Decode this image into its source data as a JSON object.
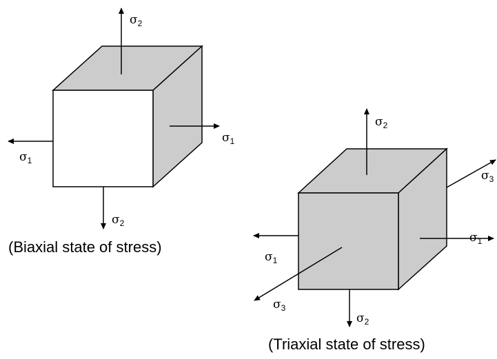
{
  "colors": {
    "face_shaded": "#cccccc",
    "face_white": "#ffffff",
    "stroke": "#000000"
  },
  "biaxial": {
    "caption": "(Biaxial state of stress)",
    "labels": {
      "sigma2_top": {
        "symbol": "σ",
        "sub": "2"
      },
      "sigma1_right": {
        "symbol": "σ",
        "sub": "1"
      },
      "sigma1_left": {
        "symbol": "σ",
        "sub": "1"
      },
      "sigma2_bottom": {
        "symbol": "σ",
        "sub": "2"
      }
    }
  },
  "triaxial": {
    "caption": "(Triaxial state of stress)",
    "labels": {
      "sigma2_top": {
        "symbol": "σ",
        "sub": "2"
      },
      "sigma3_upper_right": {
        "symbol": "σ",
        "sub": "3"
      },
      "sigma1_right": {
        "symbol": "σ",
        "sub": "1"
      },
      "sigma1_left": {
        "symbol": "σ",
        "sub": "1"
      },
      "sigma3_lower_left": {
        "symbol": "σ",
        "sub": "3"
      },
      "sigma2_bottom": {
        "symbol": "σ",
        "sub": "2"
      }
    }
  }
}
